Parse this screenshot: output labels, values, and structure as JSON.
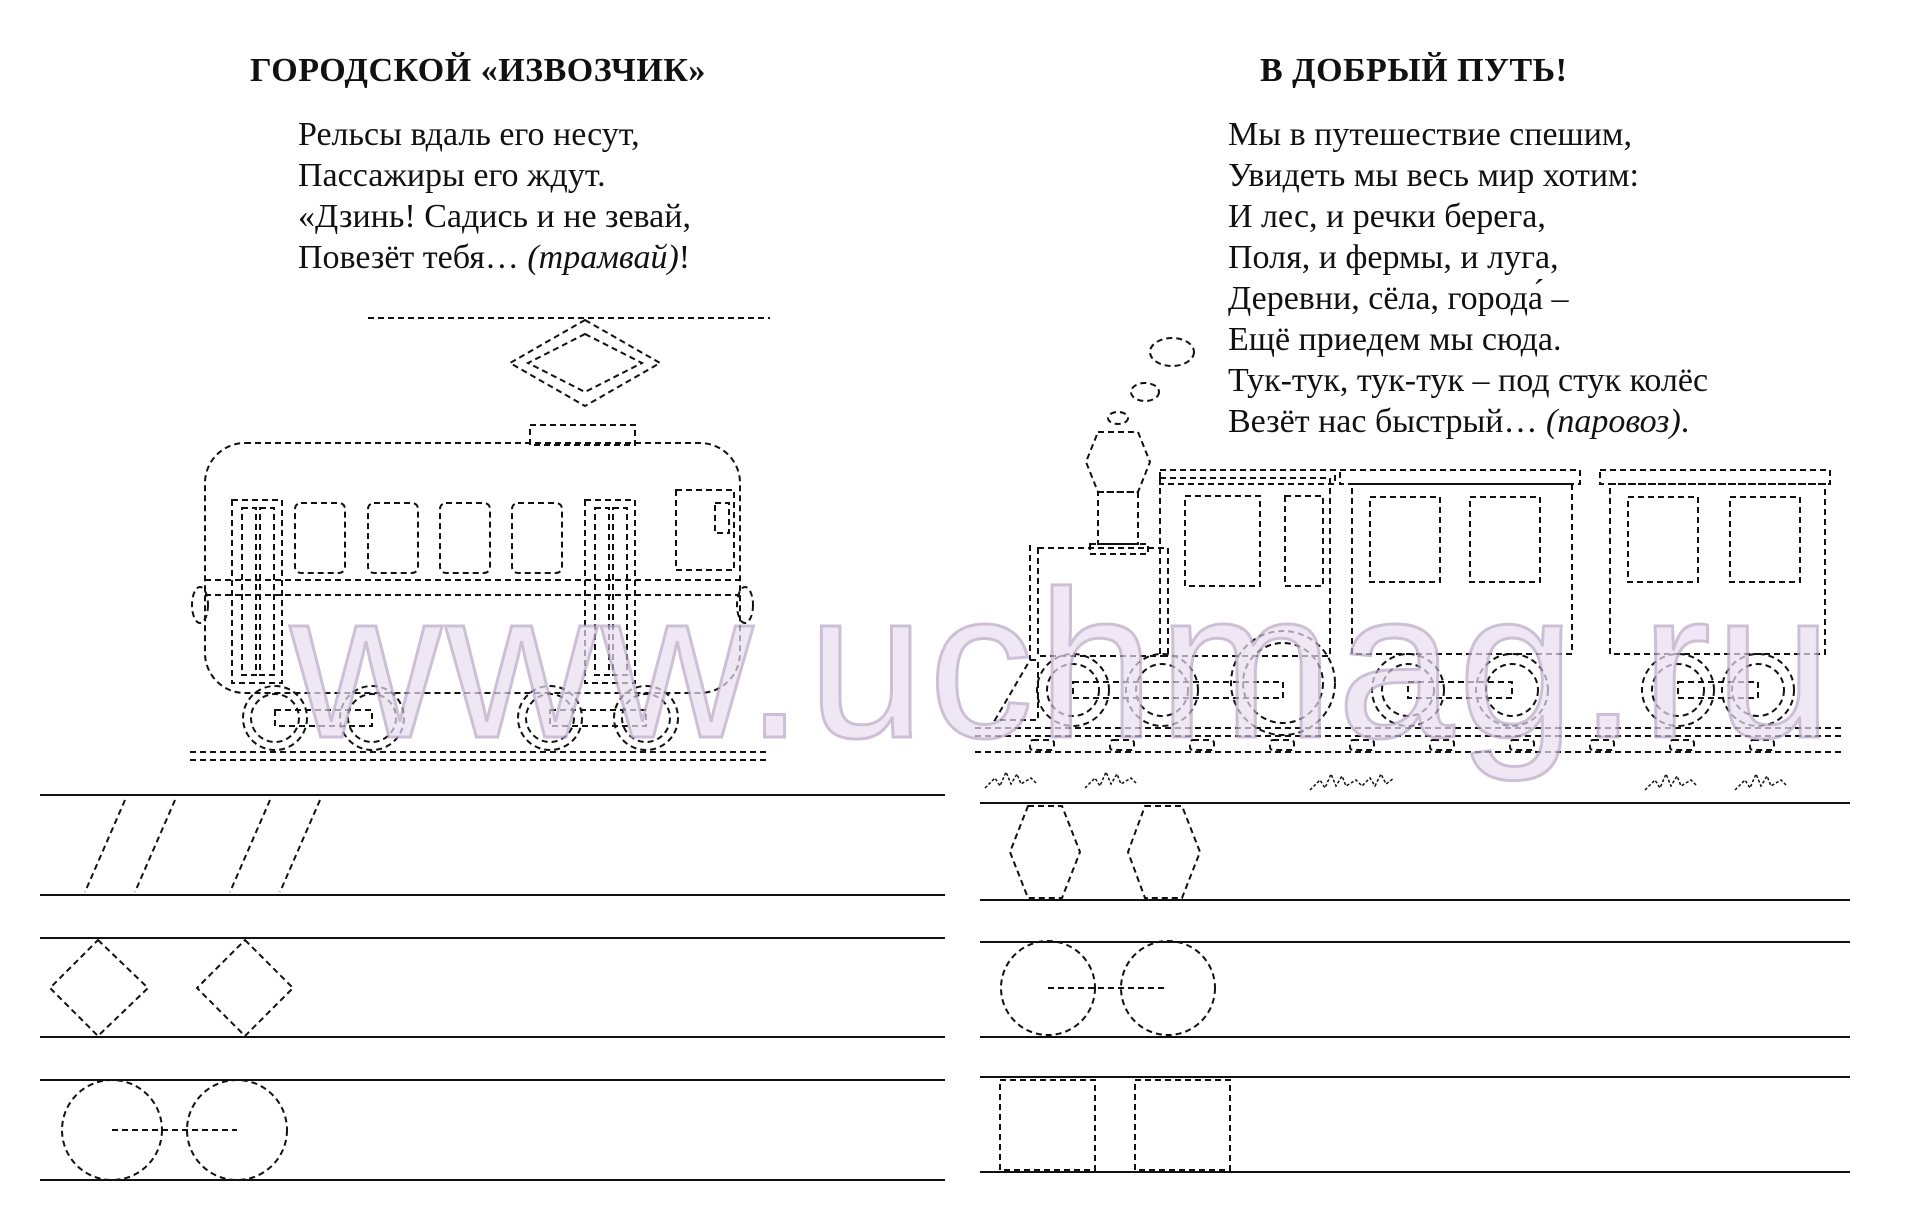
{
  "left": {
    "title": "ГОРОДСКОЙ «ИЗВОЗЧИК»",
    "lines": [
      "Рельсы вдаль его несут,",
      "Пассажиры его ждут.",
      "«Дзинь! Садись и не зевай,"
    ],
    "last_line_prefix": "Повезёт тебя… ",
    "last_line_answer": "(трамвай)",
    "last_line_suffix": "!"
  },
  "right": {
    "title": "В ДОБРЫЙ ПУТЬ!",
    "lines": [
      "Мы в путешествие спешим,",
      "Увидеть мы весь мир хотим:",
      "И лес, и речки берега,",
      "Поля, и фермы, и луга,",
      "Деревни, сёла, города́ –",
      "Ещё приедем мы сюда.",
      "Тук-тук, тук-тук – под стук колёс"
    ],
    "last_line_prefix": "Везёт нас быстрый… ",
    "last_line_answer": "(паровоз)",
    "last_line_suffix": "."
  },
  "watermark": "www.uchmag.ru",
  "colors": {
    "ink": "#111111",
    "watermark_fill": "#e9dff0",
    "watermark_stroke": "#b8a6c6"
  }
}
